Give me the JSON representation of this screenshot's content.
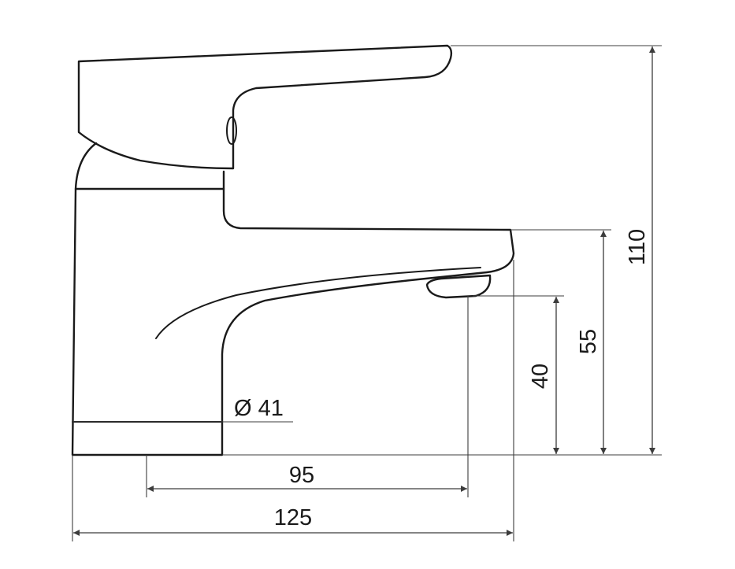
{
  "dimensions": {
    "base_diameter": "Ø 41",
    "spout_reach": "95",
    "overall_length": "125",
    "outlet_height": "40",
    "spout_height": "55",
    "overall_height": "110"
  },
  "colors": {
    "line": "#1a1a1a",
    "dimension": "#3c3c3c",
    "background": "#ffffff"
  }
}
